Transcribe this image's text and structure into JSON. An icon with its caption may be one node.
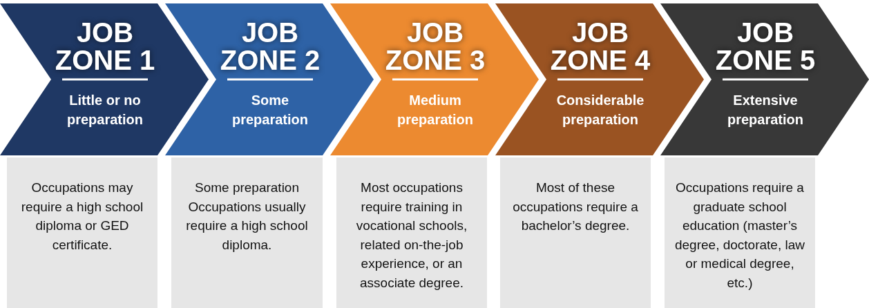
{
  "diagram": {
    "nodes": [
      {
        "text": [
          "JOB ZONE 1",
          "Little or no preparation"
        ]
      },
      {
        "text": [
          "JOB ZONE 2",
          "Some preparation"
        ]
      },
      {
        "text": [
          "JOB ZONE 3",
          "Medium preparation"
        ]
      },
      {
        "text": [
          "JOB ZONE 4",
          "Considerable preparation"
        ]
      },
      {
        "text": [
          "JOB ZONE 5",
          "Extensive preparation"
        ]
      },
      {
        "text": [
          "Occupations may require a high school diploma or GED certificate."
        ]
      },
      {
        "text": [
          "Some preparation Occupations usually require a high school diploma."
        ]
      },
      {
        "text": [
          "Most occupations require training in vocational schools, related on-the-job experience, or an associate degree."
        ]
      },
      {
        "text": [
          "Most of these occupations require a bachelor’s degree."
        ]
      },
      {
        "text": [
          "Occupations require a graduate school education (master’s degree, doctorate, law or medical degree, etc.)"
        ]
      }
    ]
  }
}
